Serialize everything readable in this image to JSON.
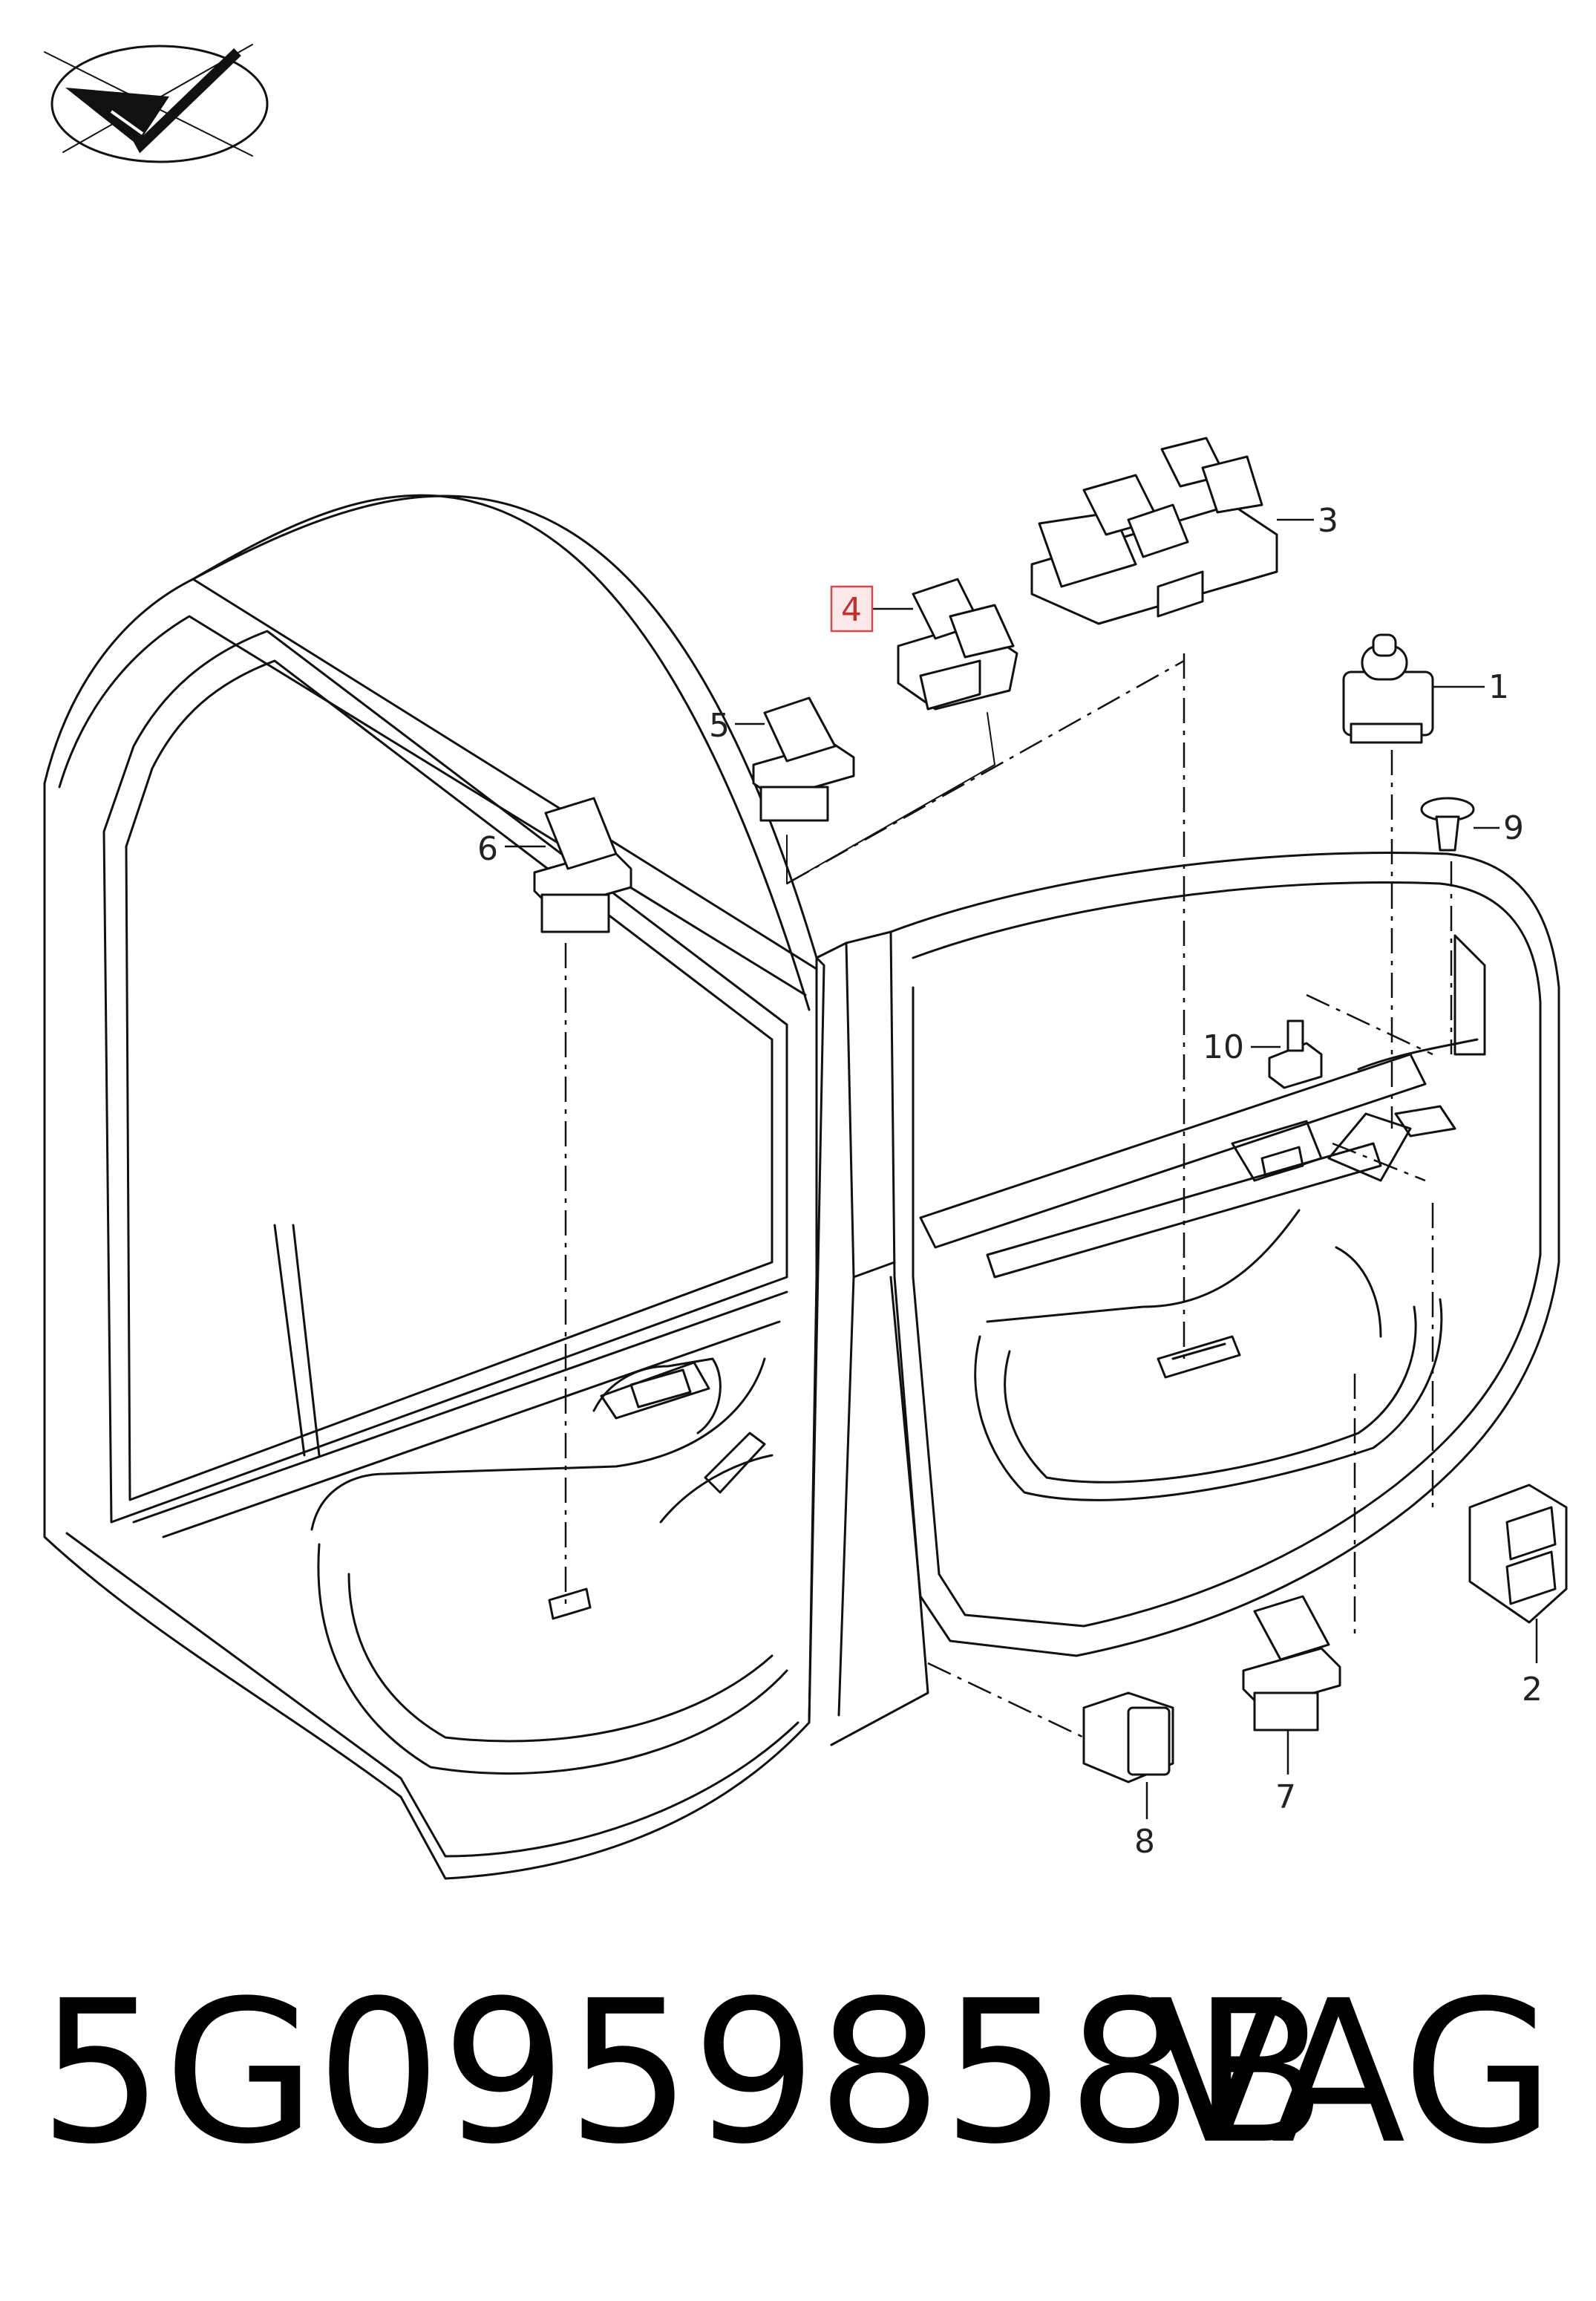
{
  "callouts": [
    {
      "id": "1",
      "label": "1"
    },
    {
      "id": "2",
      "label": "2"
    },
    {
      "id": "3",
      "label": "3"
    },
    {
      "id": "4",
      "label": "4",
      "highlighted": true
    },
    {
      "id": "5",
      "label": "5"
    },
    {
      "id": "6",
      "label": "6"
    },
    {
      "id": "7",
      "label": "7"
    },
    {
      "id": "8",
      "label": "8"
    },
    {
      "id": "9",
      "label": "9"
    },
    {
      "id": "10",
      "label": "10"
    }
  ],
  "footer": {
    "part_number": "5G0959858B",
    "brand": "VAG"
  },
  "colors": {
    "highlight_fill": "#fde8e8",
    "highlight_stroke": "#d24a4a",
    "line": "#111111"
  },
  "icons": {
    "logo": "checkmark-plane-logo-icon"
  }
}
